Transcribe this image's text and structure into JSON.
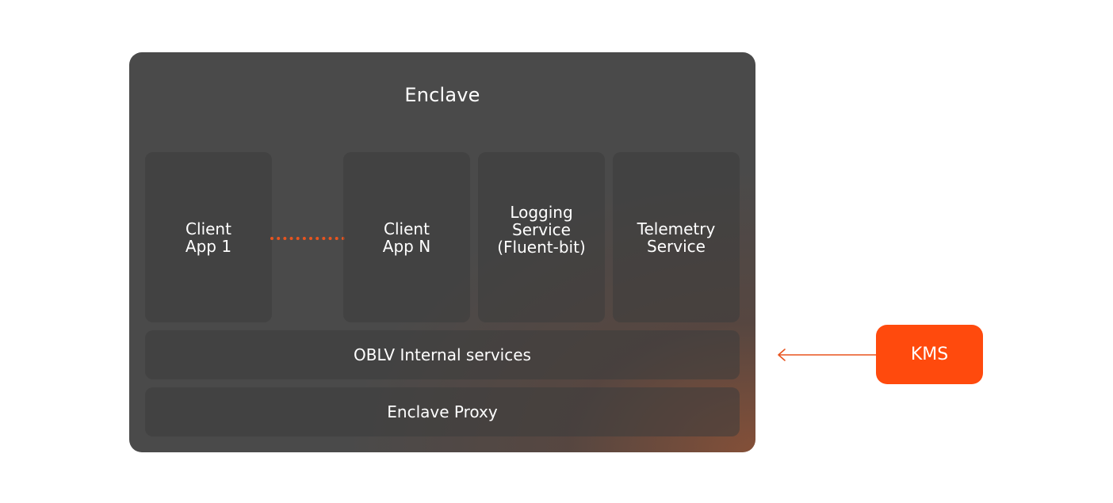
{
  "enclave": {
    "title": "Enclave",
    "apps": [
      {
        "label": "Client\nApp 1"
      },
      {
        "label": "Client\nApp N"
      },
      {
        "label": "Logging\nService\n(Fluent-bit)"
      },
      {
        "label": "Telemetry\nService"
      }
    ],
    "internal_services": "OBLV Internal services",
    "proxy": "Enclave Proxy"
  },
  "kms": {
    "label": "KMS"
  },
  "colors": {
    "accent": "#ff4a0d",
    "connector": "#e8541f",
    "enclave_bg": "#4a4a4a",
    "box_bg": "#3c3c3c"
  }
}
